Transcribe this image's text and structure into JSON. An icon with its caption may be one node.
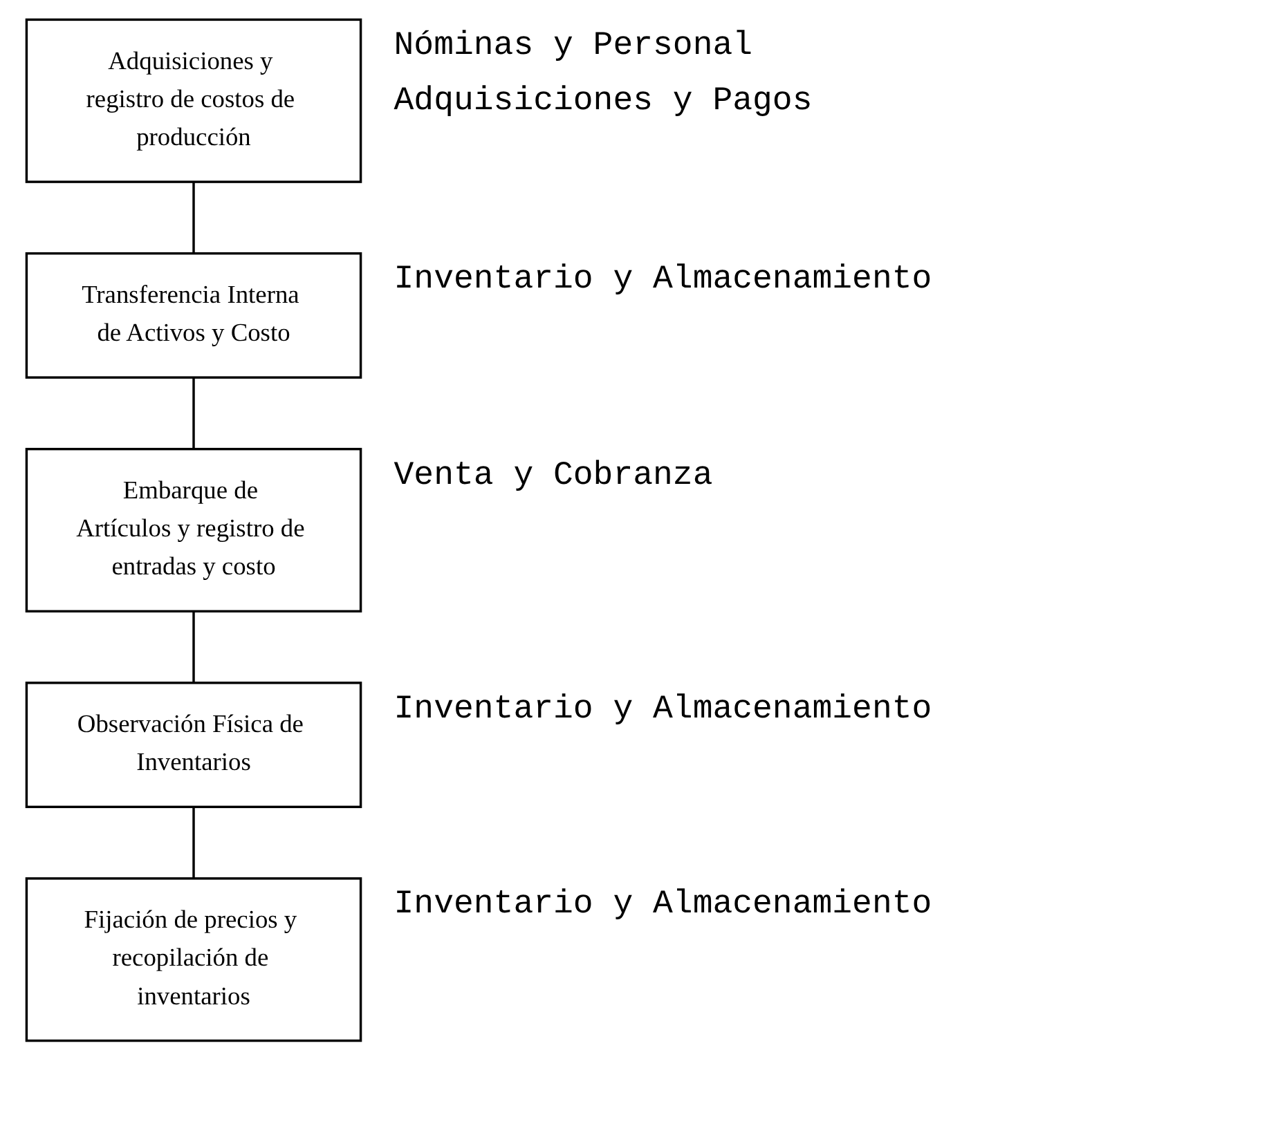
{
  "diagram": {
    "nodes": [
      {
        "text": [
          "Adquisiciones y registro de costos de producción"
        ],
        "beside": [
          "Nóminas y Personal",
          "Adquisiciones y Pagos"
        ]
      },
      {
        "text": [
          "Transferencia Interna de Activos y Costo"
        ],
        "beside": [
          "Inventario y Almacenamiento"
        ]
      },
      {
        "text": [
          "Embarque de Artículos y registro de entradas y costo"
        ],
        "beside": [
          "Venta y Cobranza"
        ]
      },
      {
        "text": [
          "Observación Física de Inventarios"
        ],
        "beside": [
          "Inventario y Almacenamiento"
        ]
      },
      {
        "text": [
          "Fijación de precios y recopilación de inventarios"
        ],
        "beside": [
          "Inventario y Almacenamiento"
        ]
      }
    ],
    "edges": [
      {
        "from": 0,
        "to": 1,
        "arrow": "none"
      },
      {
        "from": 1,
        "to": 2,
        "arrow": "none"
      },
      {
        "from": 2,
        "to": 3,
        "arrow": "none"
      },
      {
        "from": 3,
        "to": 4,
        "arrow": "none"
      }
    ]
  }
}
